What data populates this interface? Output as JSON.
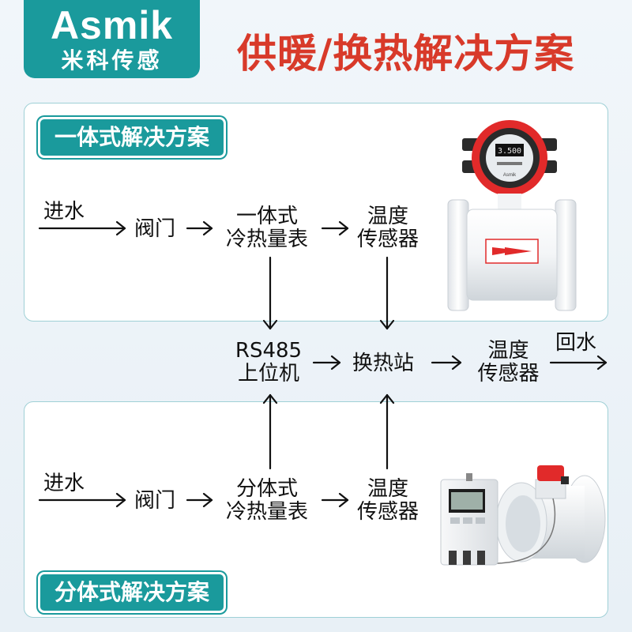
{
  "brand": {
    "name": "Asmik",
    "subtitle": "米科传感"
  },
  "title": "供暖/换热解决方案",
  "sections": {
    "integrated": {
      "tag": "一体式解决方案"
    },
    "split": {
      "tag": "分体式解决方案"
    }
  },
  "flow_top": {
    "inlet": "进水",
    "valve": "阀门",
    "meter_line1": "一体式",
    "meter_line2": "冷热量表",
    "sensor_line1": "温度",
    "sensor_line2": "传感器"
  },
  "flow_mid": {
    "host_line1": "RS485",
    "host_line2": "上位机",
    "station": "换热站",
    "sensor_line1": "温度",
    "sensor_line2": "传感器",
    "return": "回水"
  },
  "flow_bottom": {
    "inlet": "进水",
    "valve": "阀门",
    "meter_line1": "分体式",
    "meter_line2": "冷热量表",
    "sensor_line1": "温度",
    "sensor_line2": "传感器"
  },
  "product_top": {
    "display": "3.500",
    "logo": "Asmik"
  },
  "colors": {
    "accent": "#1a9a9c",
    "title": "#d83a2a",
    "arrow": "#111111"
  }
}
